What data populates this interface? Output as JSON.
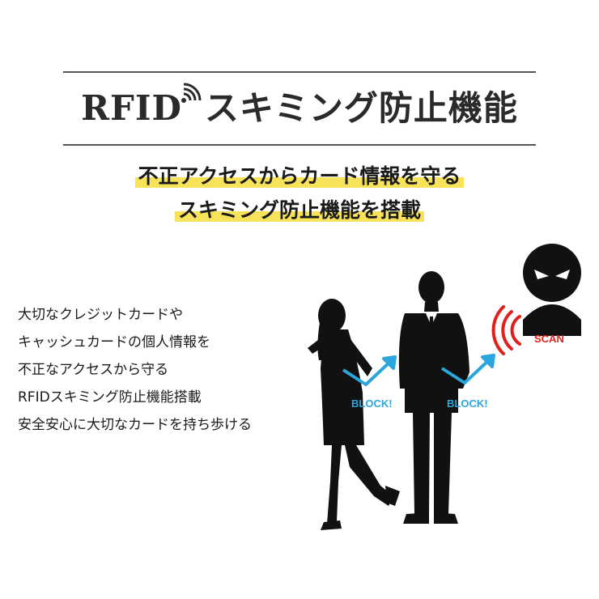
{
  "header": {
    "title_latin": "RFID",
    "title_jp": "スキミング防止機能",
    "highlight_line1": "不正アクセスからカード情報を守る",
    "highlight_line2": "スキミング防止機能を搭載"
  },
  "description": {
    "lines": [
      "大切なクレジットカードや",
      "キャッシュカードの個人情報を",
      "不正なアクセスから守る",
      "RFIDスキミング防止機能搭載",
      "安全安心に大切なカードを持ち歩ける"
    ]
  },
  "illustration": {
    "block_label_1": "BLOCK!",
    "block_label_2": "BLOCK!",
    "scan_label": "SCAN",
    "colors": {
      "block": "#2aa6dc",
      "scan": "#e0211b",
      "silhouette": "#111111",
      "highlight": "#f7e35a"
    }
  }
}
